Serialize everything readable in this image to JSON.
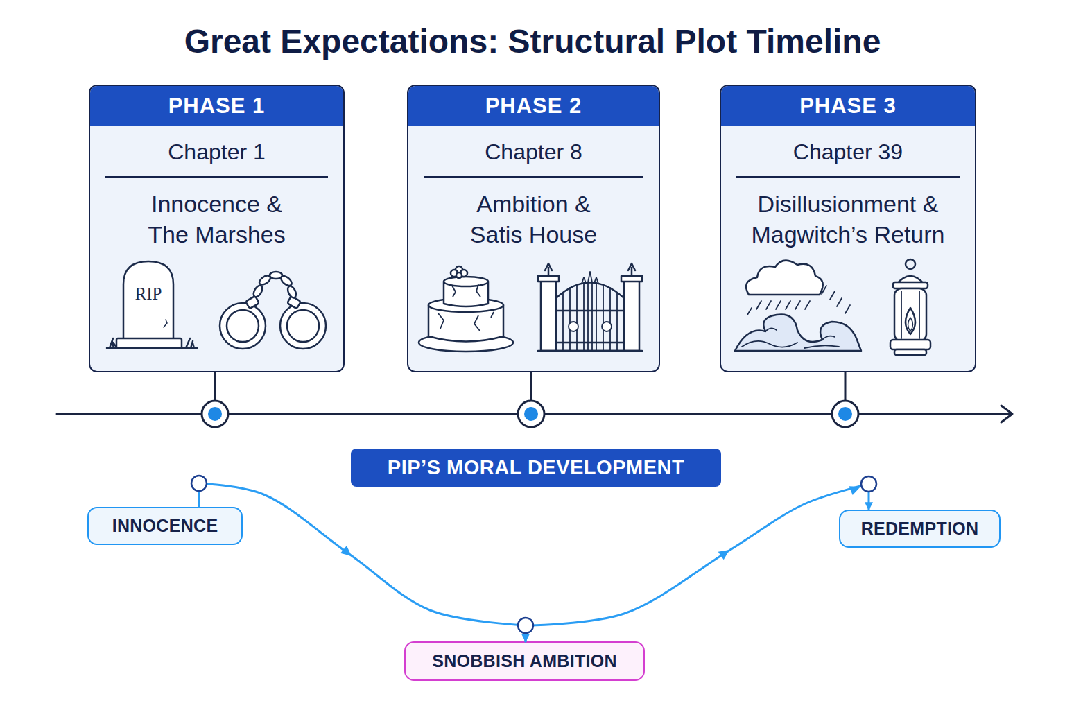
{
  "diagram": {
    "title": "Great Expectations: Structural Plot Timeline",
    "nodes": [
      {
        "text": [
          "PHASE 1",
          "Chapter 1",
          "Innocence & The Marshes"
        ]
      },
      {
        "text": [
          "PHASE 2",
          "Chapter 8",
          "Ambition & Satis House"
        ]
      },
      {
        "text": [
          "PHASE 3",
          "Chapter 39",
          "Disillusionment & Magwitch’s Return"
        ]
      },
      {
        "text": [
          "PIP’S MORAL DEVELOPMENT"
        ]
      },
      {
        "text": [
          "INNOCENCE"
        ]
      },
      {
        "text": [
          "SNOBBISH AMBITION"
        ]
      },
      {
        "text": [
          "REDEMPTION"
        ]
      }
    ],
    "edges": [
      {
        "from": 4,
        "to": 5,
        "arrow": "to"
      },
      {
        "from": 5,
        "to": 6,
        "arrow": "to"
      }
    ],
    "labels": [
      "RIP"
    ]
  }
}
